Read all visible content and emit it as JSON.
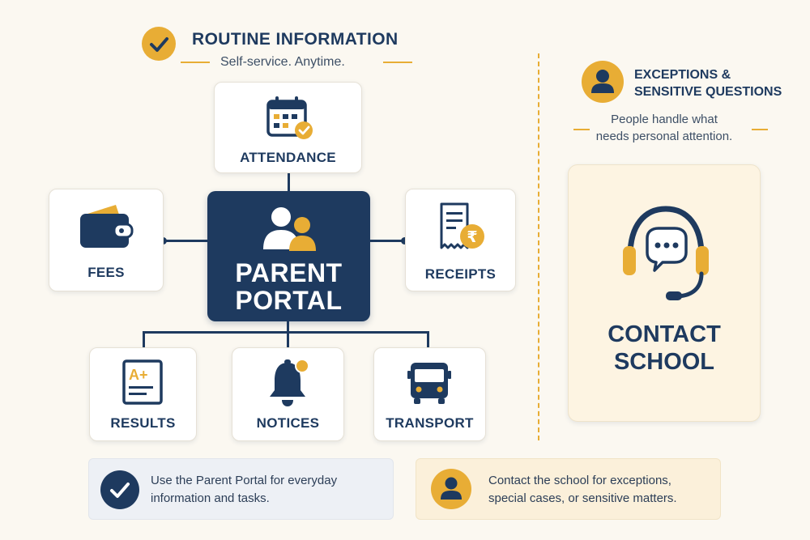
{
  "routine": {
    "title": "ROUTINE INFORMATION",
    "subtitle": "Self-service. Anytime."
  },
  "exceptions": {
    "title_line1": "EXCEPTIONS &",
    "title_line2": "SENSITIVE QUESTIONS",
    "subtitle_line1": "People handle what",
    "subtitle_line2": "needs personal attention."
  },
  "portal": {
    "line1": "PARENT",
    "line2": "PORTAL"
  },
  "cards": {
    "attendance": "ATTENDANCE",
    "fees": "FEES",
    "receipts": "RECEIPTS",
    "results": "RESULTS",
    "notices": "NOTICES",
    "transport": "TRANSPORT"
  },
  "results_icon_text": "A+",
  "receipt_symbol": "₹",
  "contact": {
    "line1": "CONTACT",
    "line2": "SCHOOL"
  },
  "notes": {
    "portal_line1": "Use the Parent Portal for everyday",
    "portal_line2": "information and tasks.",
    "school_line1": "Contact the school for exceptions,",
    "school_line2": "special cases, or sensitive matters."
  },
  "colors": {
    "navy": "#1e3a5f",
    "gold": "#e8ad35",
    "background": "#fbf8f1"
  },
  "icons": [
    "check-icon",
    "calendar-icon",
    "wallet-icon",
    "parents-icon",
    "receipt-icon",
    "grade-sheet-icon",
    "bell-icon",
    "bus-icon",
    "person-icon",
    "headset-icon",
    "chat-bubble-icon"
  ]
}
